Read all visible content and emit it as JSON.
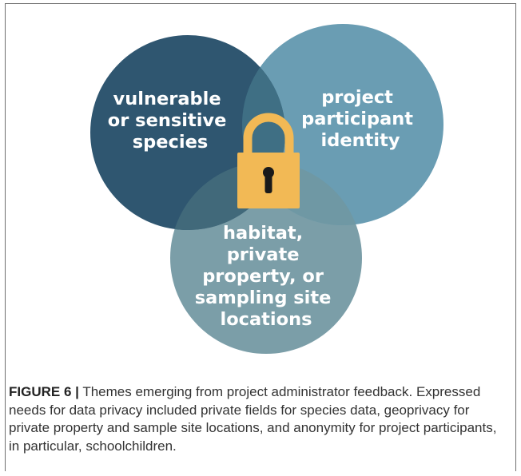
{
  "figure": {
    "circles": [
      {
        "label_lines": [
          "vulnerable",
          "or sensitive",
          "species"
        ],
        "color": "#2f5670"
      },
      {
        "label_lines": [
          "project",
          "participant",
          "identity"
        ],
        "color": "#6a9db3"
      },
      {
        "label_lines": [
          "habitat,",
          "private",
          "property, or",
          "sampling site",
          "locations"
        ],
        "color": "#7b9ea8"
      }
    ],
    "overlap_color": "#3f6f84",
    "lock": {
      "icon": "padlock-icon",
      "body_color": "#f2b955",
      "shackle_color": "#f2b955",
      "keyhole_color": "#1a1a1a"
    }
  },
  "caption": {
    "label": "FIGURE 6",
    "separator": "|",
    "text": "Themes emerging from project administrator feedback. Expressed needs for data privacy included private fields for species data, geoprivacy for private property and sample site locations, and anonymity for project participants, in particular, schoolchildren."
  }
}
